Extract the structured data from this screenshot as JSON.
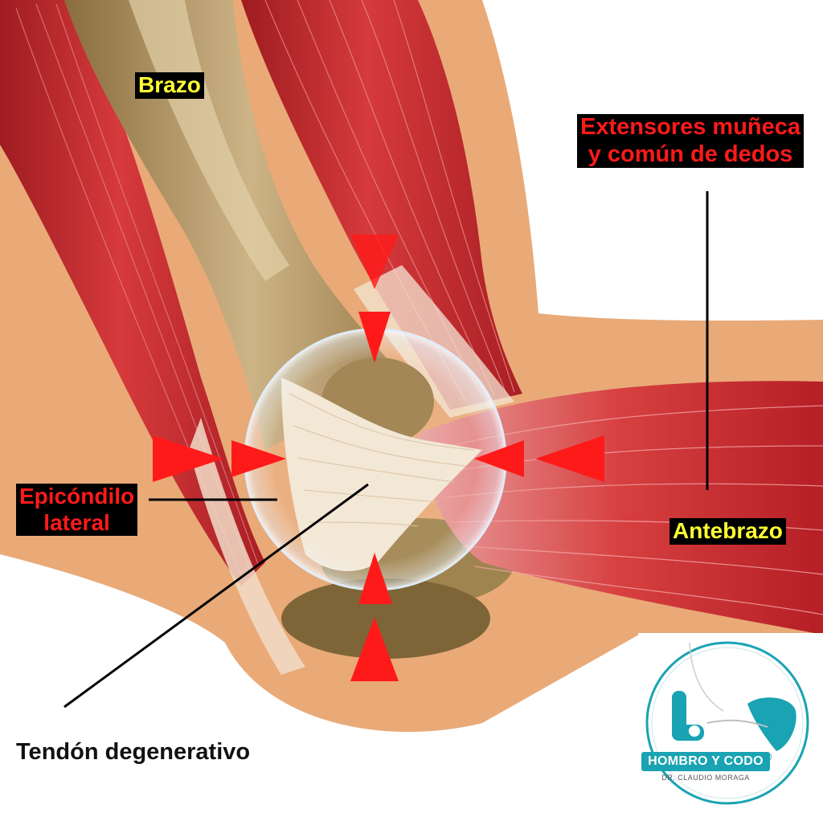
{
  "labels": {
    "brazo": "Brazo",
    "extensores_line1": "Extensores muñeca",
    "extensores_line2": "y común de dedos",
    "antebrazo": "Antebrazo",
    "epicondilo_line1": "Epicóndilo",
    "epicondilo_line2": "lateral",
    "tendon": "Tendón degenerativo"
  },
  "logo": {
    "brand": "HOMBRO Y CODO",
    "registered": "®",
    "doctor": "DR. CLAUDIO MORAGA"
  },
  "colors": {
    "muscle": "#c8262b",
    "muscle_light": "#e8686a",
    "bone": "#b59866",
    "skin": "#e9aa78",
    "tendon": "#f3e6d3",
    "arrow": "#ff1a1a",
    "label_bg": "#000000",
    "label_yellow": "#ffff33",
    "label_red": "#ff1a1a",
    "logo_teal": "#19a3b3"
  },
  "icons": {
    "arrow": "red-triangle-arrow",
    "logo": "elbow-joint-logo-icon"
  }
}
